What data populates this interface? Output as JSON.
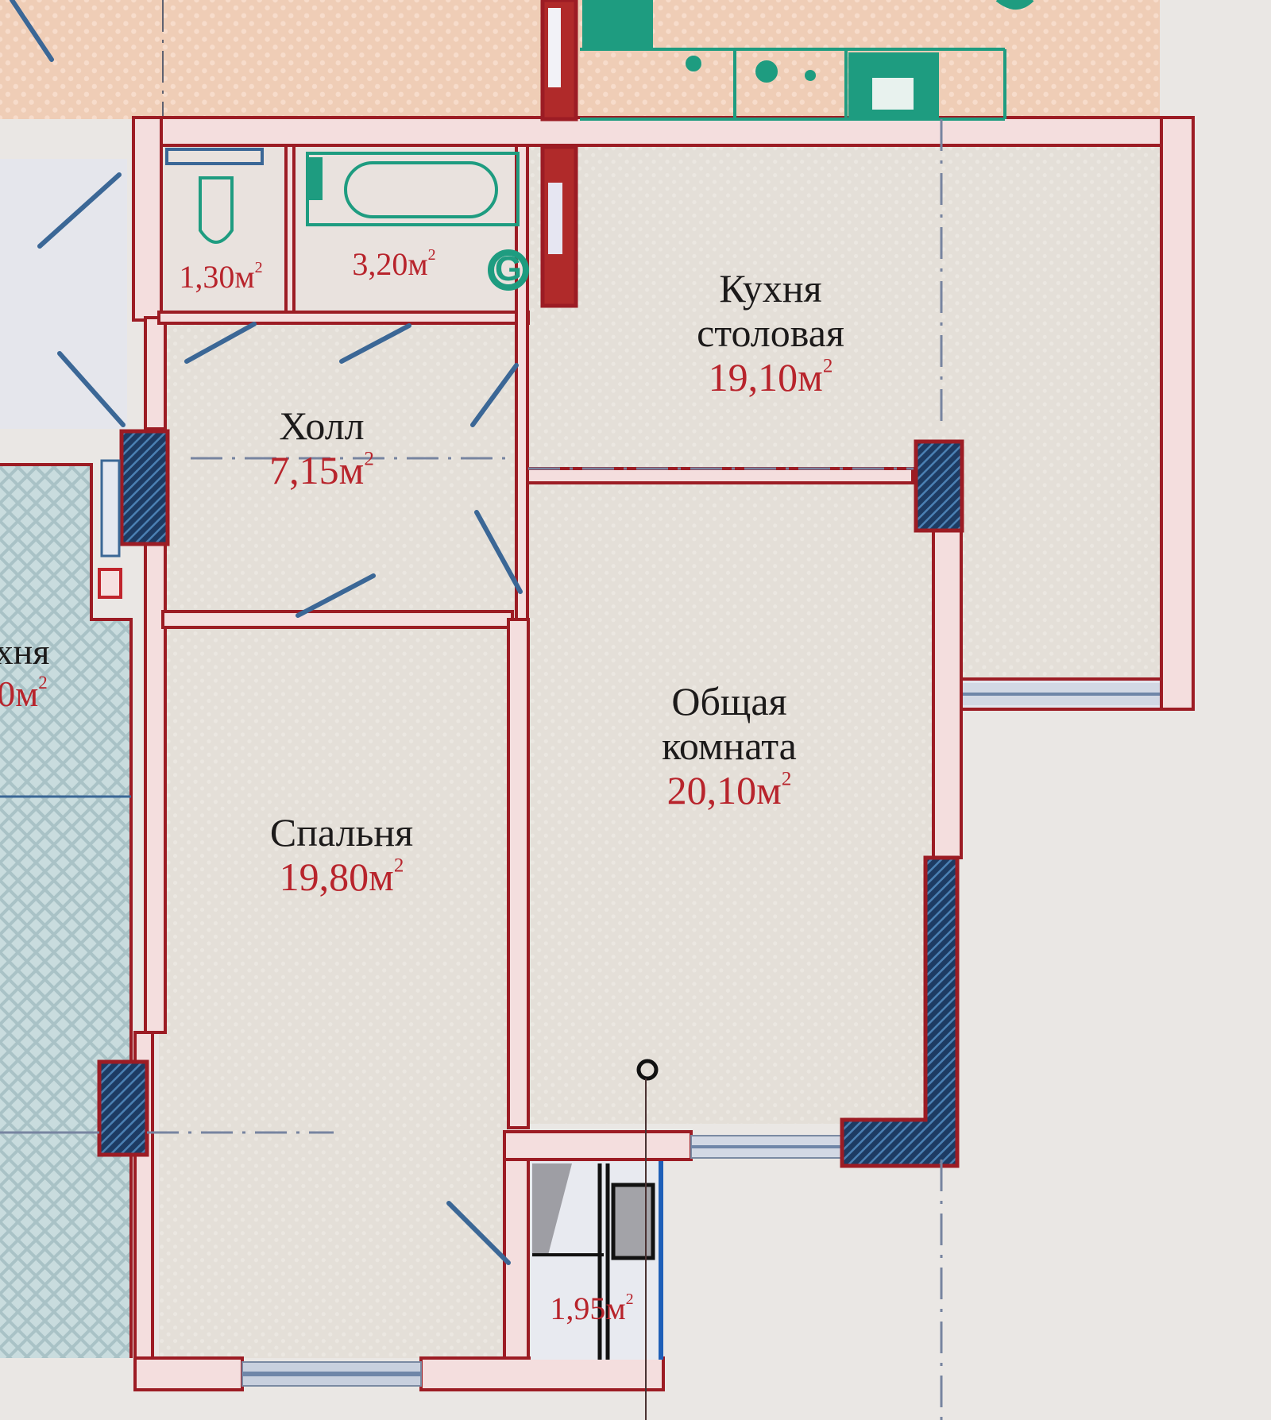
{
  "plan": {
    "type": "apartment floor plan",
    "colors": {
      "wall_outline": "#9c1c24",
      "wall_fill": "#f4dede",
      "column_fill": "#1e3f66",
      "floor": "#e5e0da",
      "neighbor_floor_warm": "#efcdb6",
      "neighbor_floor_cool": "#bcd3d5",
      "fixture_green": "#1e9c80",
      "door_blue": "#3b6796",
      "window_blue": "#a9b6c8",
      "area_text": "#b8242c",
      "name_text": "#1c1a1a"
    },
    "rooms": [
      {
        "id": "wc",
        "name": "",
        "area_value": "1,30",
        "unit": "м",
        "sup": "2"
      },
      {
        "id": "bathroom",
        "name": "",
        "area_value": "3,20",
        "unit": "м",
        "sup": "2"
      },
      {
        "id": "kitchen",
        "name_line1": "Кухня",
        "name_line2": "столовая",
        "area_value": "19,10",
        "unit": "м",
        "sup": "2"
      },
      {
        "id": "hall",
        "name_line1": "Холл",
        "area_value": "7,15",
        "unit": "м",
        "sup": "2"
      },
      {
        "id": "bedroom",
        "name_line1": "Спальня",
        "area_value": "19,80",
        "unit": "м",
        "sup": "2"
      },
      {
        "id": "living",
        "name_line1": "Общая",
        "name_line2": "комната",
        "area_value": "20,10",
        "unit": "м",
        "sup": "2"
      },
      {
        "id": "closet",
        "name": "",
        "area_value": "1,95",
        "unit": "м",
        "sup": "2"
      }
    ],
    "neighbor": {
      "partial_name": "хня",
      "partial_area": "0м",
      "sup": "2"
    },
    "fixtures": {
      "gas_meter_mark": "G"
    }
  }
}
